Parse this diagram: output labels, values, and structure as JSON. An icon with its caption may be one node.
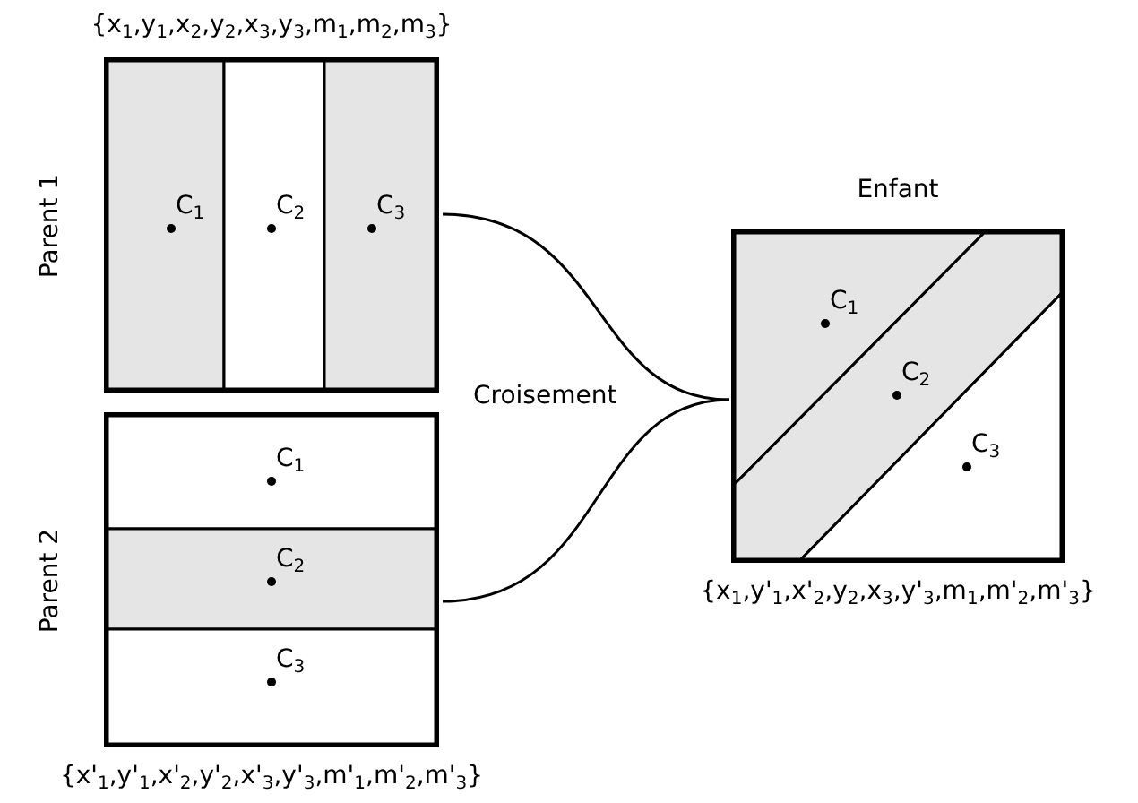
{
  "diagram": {
    "nodes": [
      {
        "text": [
          "Parent 1"
        ],
        "beside": [
          "{x$_{1}$,y$_{1}$,x$_{2}$,y$_{2}$,x$_{3}$,y$_{3}$,m$_{1}$,m$_{2}$,m$_{3}$}"
        ]
      },
      {
        "text": [
          "C$_{1}$"
        ],
        "in": 0
      },
      {
        "text": [
          "C$_{2}$"
        ],
        "in": 0
      },
      {
        "text": [
          "C$_{3}$"
        ],
        "in": 0
      },
      {
        "text": [
          "Parent 2"
        ],
        "beside": [
          "{x'$_{1}$,y'$_{1}$,x'$_{2}$,y'$_{2}$,x'$_{3}$,y'$_{3}$,m'$_{1}$,m'$_{2}$,m'$_{3}$}"
        ]
      },
      {
        "text": [
          "C$_{1}$"
        ],
        "in": 4
      },
      {
        "text": [
          "C$_{2}$"
        ],
        "in": 4
      },
      {
        "text": [
          "C$_{3}$"
        ],
        "in": 4
      },
      {
        "text": [
          "Enfant"
        ],
        "beside": [
          "{x$_{1}$,y'$_{1}$,x'$_{2}$,y$_{2}$,x$_{3}$,y'$_{3}$,m$_{1}$,m'$_{2}$,m'$_{3}$}"
        ]
      },
      {
        "text": [
          "C$_{1}$"
        ],
        "in": 8
      },
      {
        "text": [
          "C$_{2}$"
        ],
        "in": 8
      },
      {
        "text": [
          "C$_{3}$"
        ],
        "in": 8
      }
    ],
    "edges": [
      {
        "from": 0,
        "to": 8,
        "arrow": "none",
        "label": "Croisement"
      },
      {
        "from": 4,
        "to": 8,
        "arrow": "none"
      }
    ]
  }
}
